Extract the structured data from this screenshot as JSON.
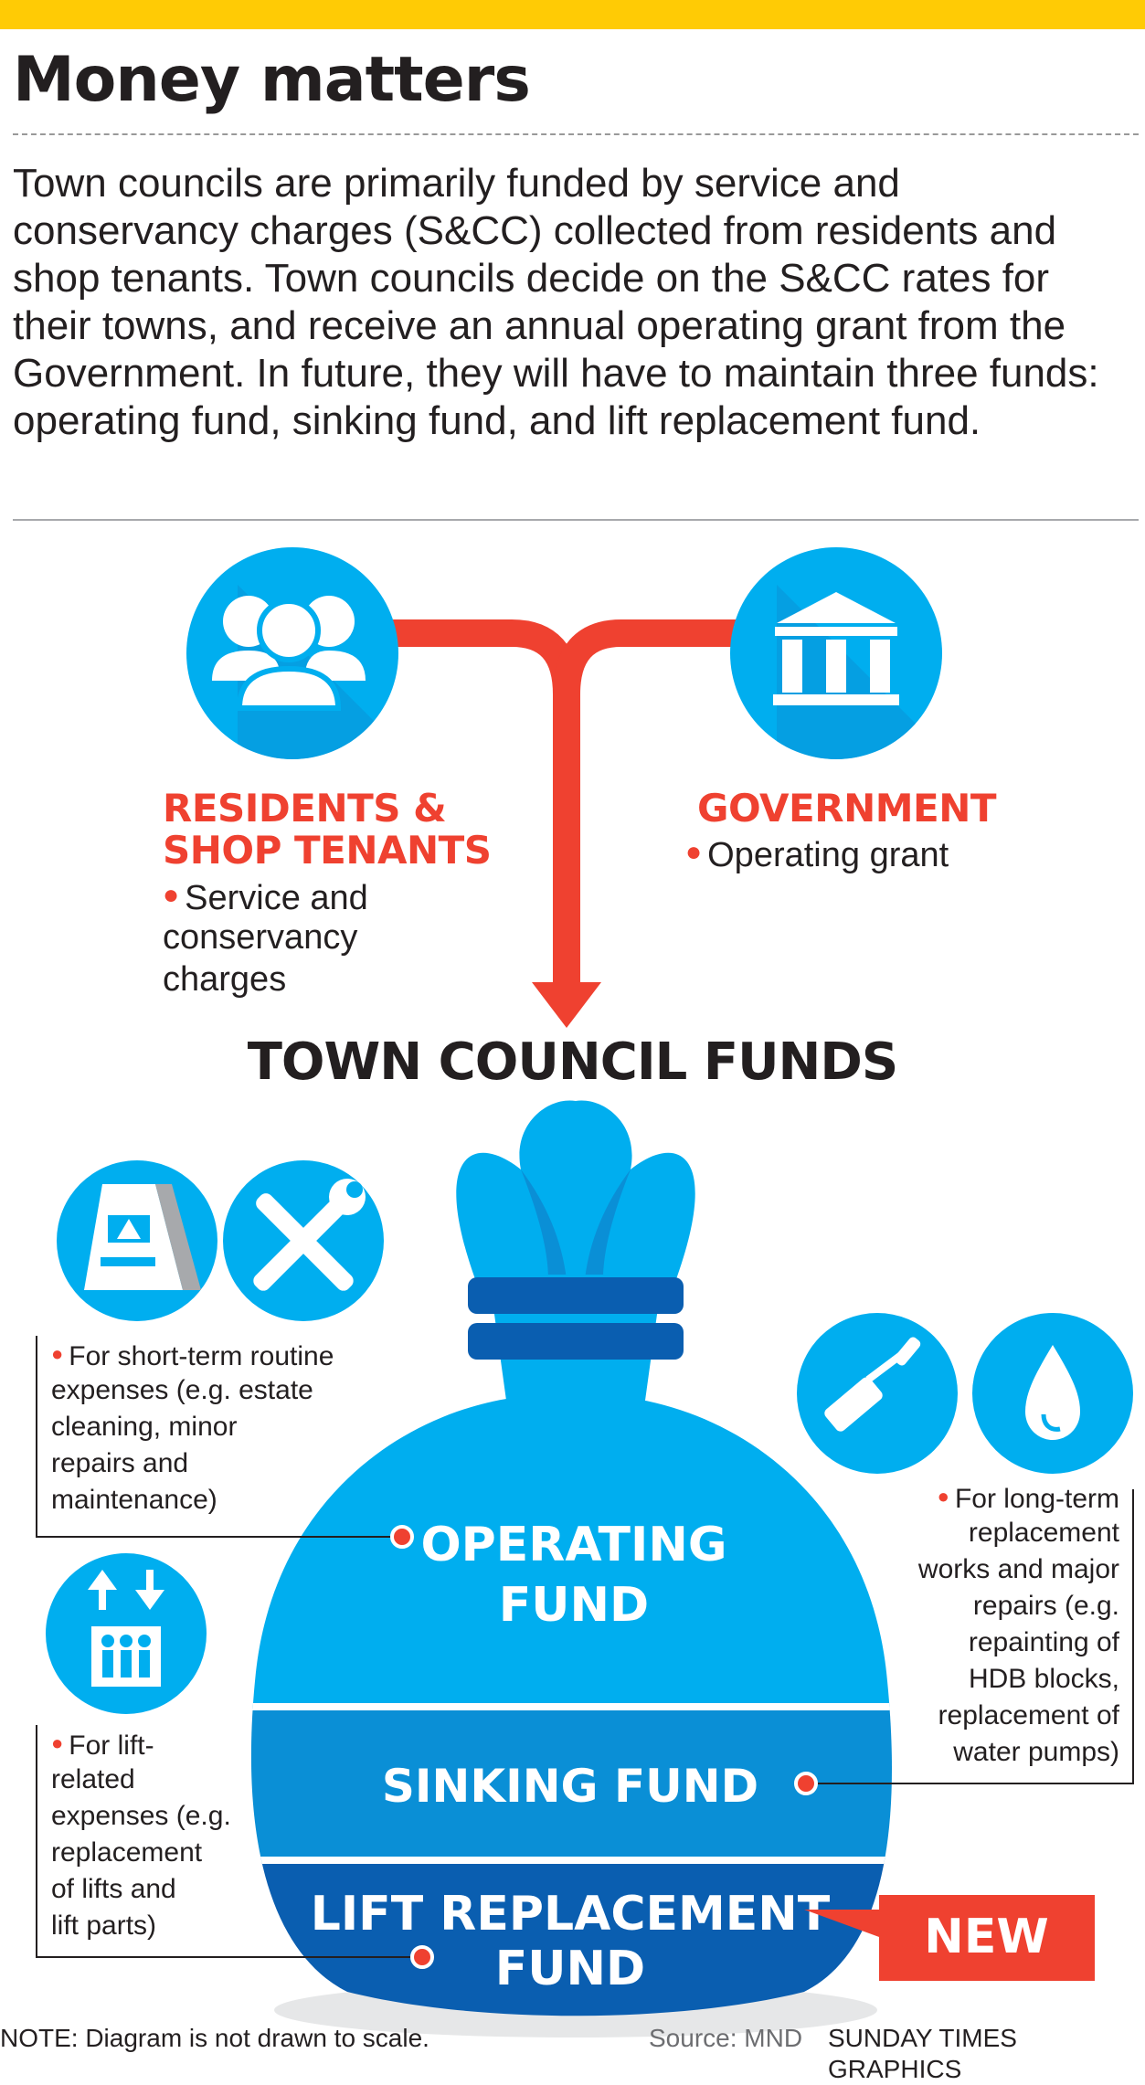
{
  "header": {
    "title": "Money matters",
    "intro": "Town councils are primarily funded by service and conservancy charges (S&CC) collected from residents and shop tenants. Town councils decide on the S&CC rates for their towns, and receive an annual operating grant from the Government. In future, they will have to maintain three funds: operating fund, sinking fund, and lift replacement fund."
  },
  "sources": {
    "residents": {
      "label_line1": "RESIDENTS &",
      "label_line2": "SHOP TENANTS",
      "detail_line1": "Service and",
      "detail_line2": "conservancy",
      "detail_line3": "charges",
      "icon": "people-icon"
    },
    "government": {
      "label": "GOVERNMENT",
      "detail": "Operating grant",
      "icon": "government-building-icon"
    }
  },
  "funds": {
    "title": "TOWN COUNCIL FUNDS",
    "operating": {
      "line1": "OPERATING",
      "line2": "FUND",
      "note_lines": [
        "For short-term routine",
        "expenses (e.g. estate",
        "cleaning, minor",
        "repairs and",
        "maintenance)"
      ],
      "icons": [
        "wet-floor-sign-icon",
        "tools-icon"
      ]
    },
    "sinking": {
      "label": "SINKING FUND",
      "note_lines": [
        "For long-term",
        "replacement",
        "works and major",
        "repairs (e.g.",
        "repainting of",
        "HDB blocks,",
        "replacement of",
        "water pumps)"
      ],
      "icons": [
        "paint-roller-icon",
        "water-drop-icon"
      ]
    },
    "lift": {
      "line1": "LIFT REPLACEMENT",
      "line2": "FUND",
      "badge": "NEW",
      "note_lines": [
        "For lift-",
        "related",
        "expenses (e.g.",
        "replacement",
        "of lifts and",
        "lift parts)"
      ],
      "icons": [
        "lift-icon"
      ]
    }
  },
  "footer": {
    "note": "NOTE: Diagram is not drawn to scale.",
    "source": "Source: MND",
    "credit": "SUNDAY TIMES GRAPHICS"
  },
  "colors": {
    "accent_yellow": "#ffcb05",
    "accent_red": "#ef4130",
    "blue_light": "#00aeef",
    "blue_mid": "#0a8fd6",
    "blue_dark": "#0a5eb0"
  }
}
